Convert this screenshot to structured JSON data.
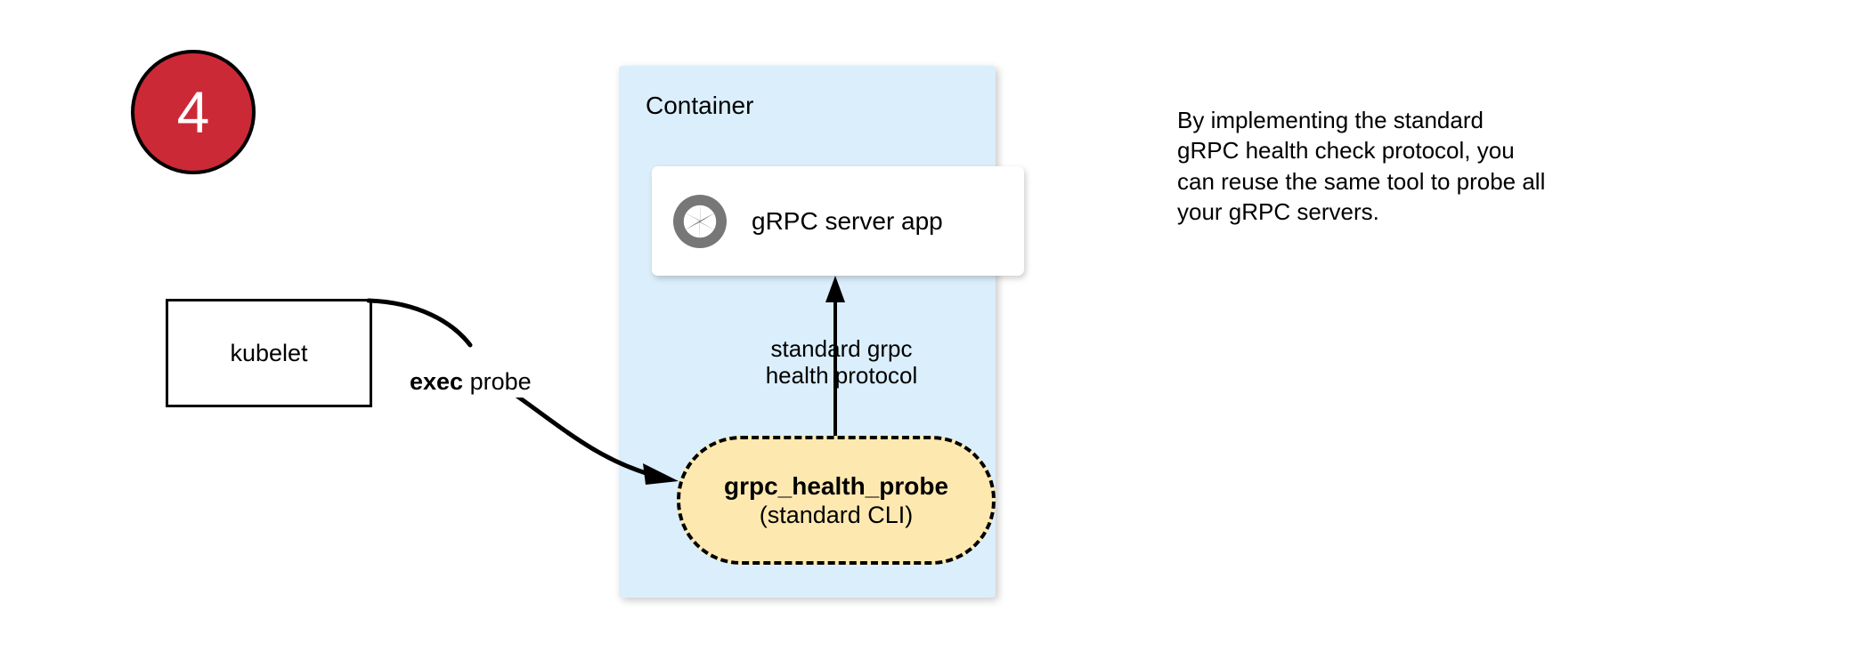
{
  "step": {
    "number": "4"
  },
  "nodes": {
    "kubelet": {
      "label": "kubelet"
    },
    "container": {
      "title": "Container"
    },
    "grpc_app": {
      "label": "gRPC server app",
      "icon": "aperture-icon",
      "icon_color": "#777777"
    },
    "probe": {
      "title": "grpc_health_probe",
      "subtitle": "(standard CLI)"
    }
  },
  "edges": {
    "exec_probe": {
      "label_bold": "exec",
      "label_rest": " probe"
    },
    "protocol": {
      "line1": "standard grpc",
      "line2": "health protocol"
    }
  },
  "caption": {
    "line1": "By implementing the standard",
    "line2": "gRPC health check protocol, you",
    "line3": "can reuse the same tool to probe all",
    "line4": "your gRPC servers."
  },
  "colors": {
    "badge_fill": "#cc2936",
    "badge_text": "#ffffff",
    "container_fill": "#dbeefb",
    "probe_fill": "#fde9b0",
    "stroke": "#000000",
    "icon_gray": "#777777"
  }
}
